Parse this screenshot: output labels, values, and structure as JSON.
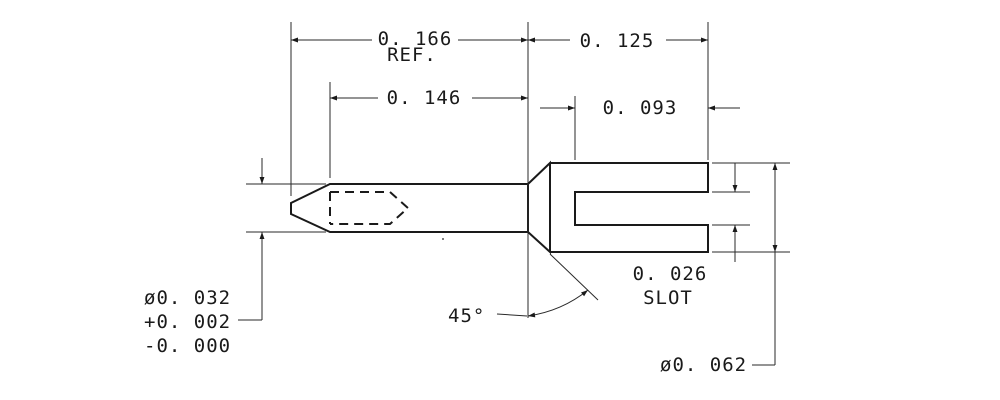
{
  "drawing": {
    "ink_color": "#1a1a1a",
    "background": "#ffffff",
    "dimensions": {
      "overall_ref": {
        "value": "0. 166",
        "note": "REF."
      },
      "fork_length": "0. 125",
      "shank_length": "0. 146",
      "slot_depth": "0. 093",
      "slot_width": {
        "value": "0. 026",
        "note": "SLOT"
      },
      "chamfer_angle": "45°",
      "tip_diameter": {
        "value": "ø0. 032",
        "tol_plus": "+0. 002",
        "tol_minus": "-0. 000"
      },
      "body_diameter": "ø0. 062"
    }
  }
}
